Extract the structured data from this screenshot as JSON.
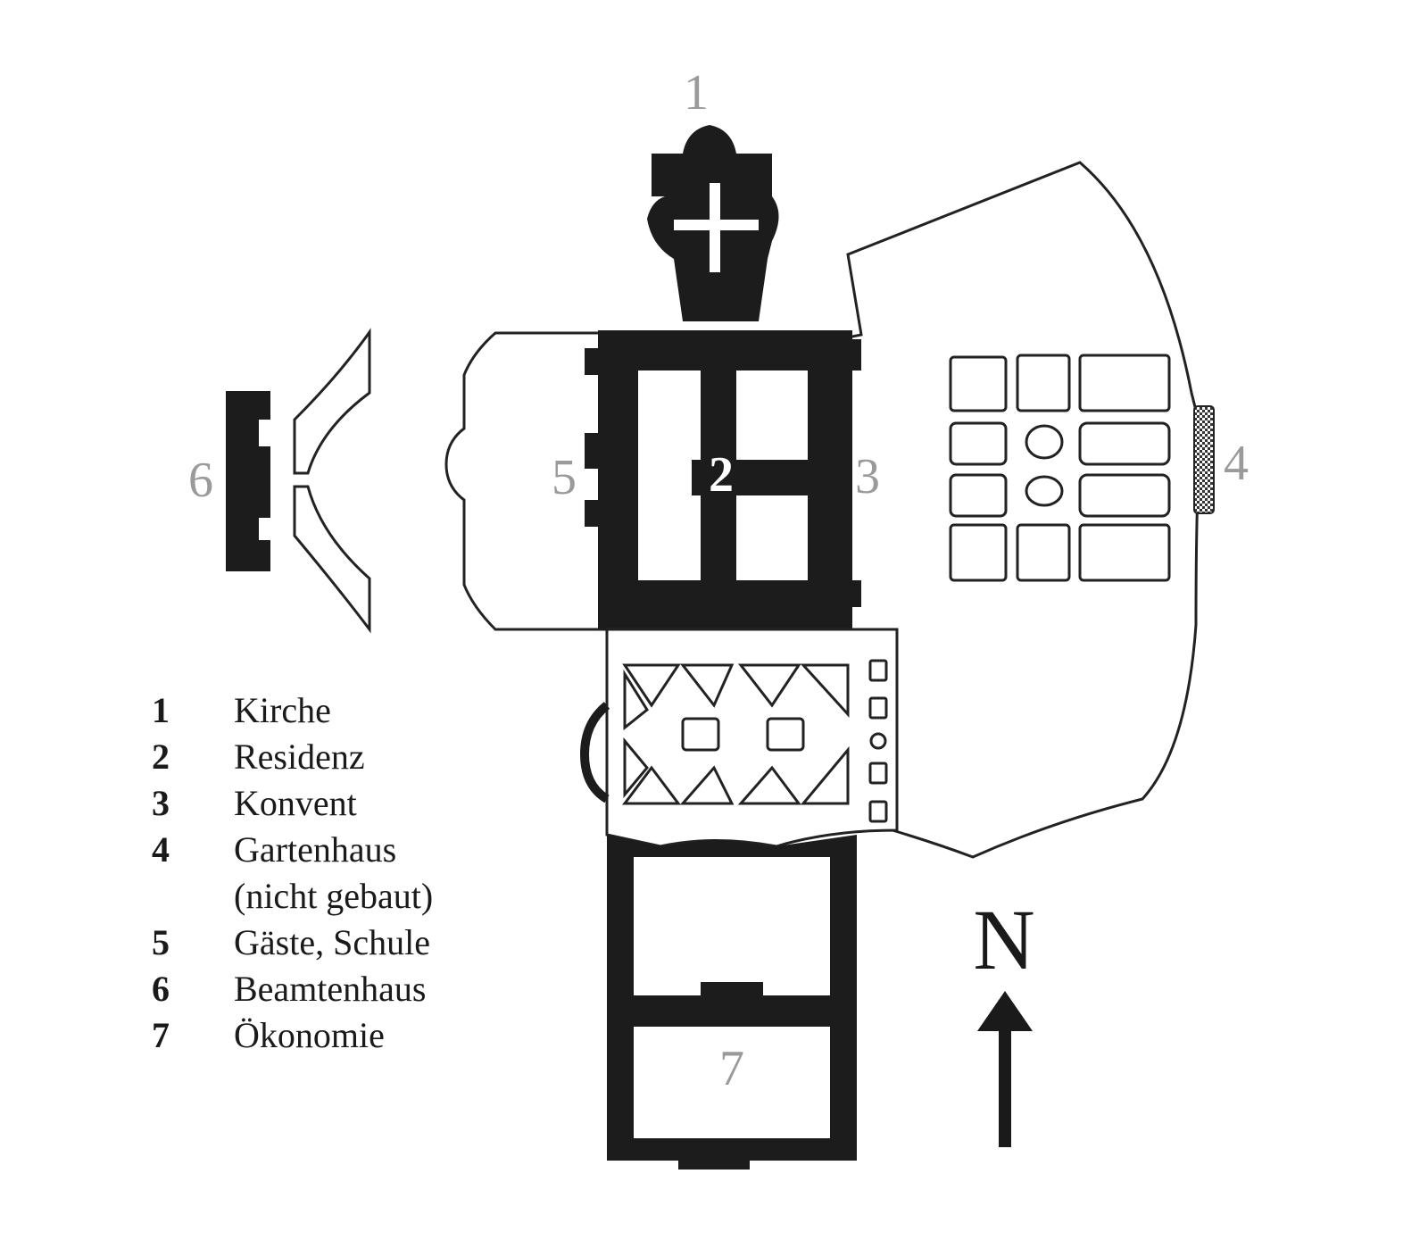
{
  "plan_labels": {
    "n1": "1",
    "n2": "2",
    "n3": "3",
    "n4": "4",
    "n5": "5",
    "n6": "6",
    "n7": "7"
  },
  "north": {
    "letter": "N"
  },
  "legend": {
    "items": [
      {
        "number": "1",
        "label": "Kirche"
      },
      {
        "number": "2",
        "label": "Residenz"
      },
      {
        "number": "3",
        "label": "Konvent"
      },
      {
        "number": "4",
        "label": "Gartenhaus"
      },
      {
        "number": "",
        "label": "(nicht gebaut)"
      },
      {
        "number": "5",
        "label": "Gäste, Schule"
      },
      {
        "number": "6",
        "label": "Beamtenhaus"
      },
      {
        "number": "7",
        "label": "Ökonomie"
      }
    ]
  },
  "colors": {
    "wall": "#1c1c1c",
    "outline": "#222222",
    "label_grey": "#9a9a9a",
    "hatch": "#555555"
  }
}
